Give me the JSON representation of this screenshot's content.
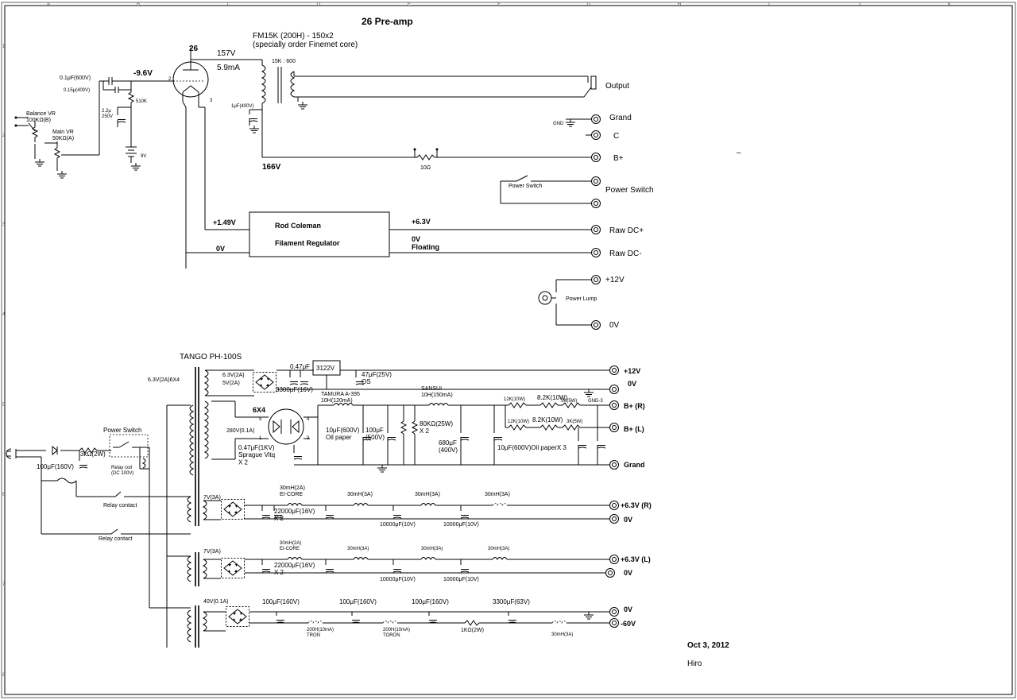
{
  "title": "26 Pre-amp",
  "date": "Oct 3, 2012",
  "author": "Hiro",
  "grid": {
    "cols": [
      "A",
      "B",
      "C",
      "D",
      "E",
      "F",
      "G",
      "H",
      "I",
      "J",
      "K"
    ],
    "rows": [
      "1",
      "2",
      "3",
      "4",
      "5",
      "6",
      "7",
      "8"
    ]
  },
  "upper": {
    "tube_name": "26",
    "plate_v": "157V",
    "plate_i": "5.9mA",
    "grid_v": "-9.6V",
    "b_plus_v": "166V",
    "fil_v": "+1.49V",
    "zero_v": "0V",
    "transformer": "FM15K (200H) - 150x2",
    "transformer_note": "(specially order Finemet core)",
    "ratio": "15K : 600",
    "cap_grid_1": "0.1μF(600V)",
    "cap_grid_2": "0.15μ(400V)",
    "cap_bias": "2.2μ\n250V",
    "res_grid": "510K",
    "bat": "9V",
    "cap_xfmr": "1μF(400V)",
    "gnd_label": "GND",
    "res_bplus": "10Ω",
    "balance_vr": "Balance VR\n100KΩ(B)",
    "main_vr": "Main VR\n50KΩ(A)",
    "pin2": "2",
    "pin3": "3",
    "regulator_1": "Rod Coleman",
    "regulator_2": "Filament Regulator",
    "reg_out_1": "+6.3V",
    "reg_out_2": "0V",
    "reg_out_3": "Floating",
    "power_switch": "Power Switch",
    "power_lump": "Power Lump",
    "dash_mark": "–"
  },
  "terminals_upper": {
    "output": "Output",
    "grand": "Grand",
    "c": "C",
    "b_plus": "B+",
    "power_switch": "Power Switch",
    "raw_dc_plus": "Raw DC+",
    "raw_dc_minus": "Raw DC-",
    "v12": "+12V",
    "v0": "0V"
  },
  "psu": {
    "transformer": "TANGO PH-100S",
    "sec_heater": "6.3V(2A)6X4",
    "sec_63": "6.3V(2A)",
    "sec_5": "5V(2A)",
    "cap_047": "0.47μF",
    "reg_ic": "3122V",
    "cap_47": "47μF(25V)",
    "cap_47b": "OS",
    "cap_3300": "3300μF(16V)",
    "choke1": "TAMURA A-395\n10H(120mA)",
    "choke2": "SANSUI\n10H(150mA)",
    "rect_tube": "6X4",
    "sec_hv": "280V(0.1A)",
    "cap_sprague": "0.47μF(1KV)\nSprague Vitq\nX 2",
    "cap_10oil": "10μF(600V)\nOil paper",
    "cap_100": "100μF\n(500V)",
    "res_80k": "80KΩ(25W)\nX 2",
    "cap_680": "680μF\n(400V)",
    "cap_10oilx3": "10μF(600V)Oil paperX 3",
    "res_r1": "12K(10W)",
    "res_r2": "8.2K(10W)",
    "res_r3": "3K(5W)",
    "gnd3": "GND-3",
    "res_l1": "12K(10W)",
    "res_l2": "8.2K(10W)",
    "res_l3": "3K(5W)",
    "pin5": "5",
    "pin1": "1",
    "pin4": "4",
    "pin3": "3",
    "power_switch": "Power Switch",
    "res_3k": "3kΩ(2W)",
    "relay_coil": "Relay coil\n(DC 100V)",
    "cap_100_160": "100μF(160V)",
    "relay_contact": "Relay contact"
  },
  "heater_r": {
    "sec": "7V(3A)",
    "choke0": "30mH(2A)\nEI-CORE",
    "cap0": "22000μF(16V)\nX 2",
    "choke1": "30mH(3A)",
    "choke2": "30mH(3A)",
    "choke3": "30mH(3A)",
    "cap1": "10000μF(10V)",
    "cap2": "10000μF(10V)"
  },
  "heater_l": {
    "sec": "7V(3A)",
    "choke0": "30mH(2A)\nEI-CORE",
    "cap0": "22000μF(16V)\nX 2",
    "choke1": "30mH(3A)",
    "choke2": "30mH(3A)",
    "choke3": "30mH(3A)",
    "cap1": "10000μF(10V)",
    "cap2": "10000μF(10V)"
  },
  "bias": {
    "sec": "40V(0.1A)",
    "cap1": "100μF(160V)",
    "cap2": "100μF(160V)",
    "cap3": "100μF(160V)",
    "cap4": "3300μF(63V)",
    "choke1": "200H(10mA)\nTRON",
    "choke2": "200H(10mA)\nTORON",
    "res": "1KΩ(2W)",
    "choke3": "30mH(3A)"
  },
  "terminals_lower": {
    "v12": "+12V",
    "v0": "0V",
    "b_plus_r": "B+ (R)",
    "b_plus_l": "B+ (L)",
    "grand": "Grand",
    "h63r": "+6.3V (R)",
    "h0r": "0V",
    "h63l": "+6.3V (L)",
    "h0l": "0V",
    "b0": "0V",
    "bm60": "-60V"
  }
}
